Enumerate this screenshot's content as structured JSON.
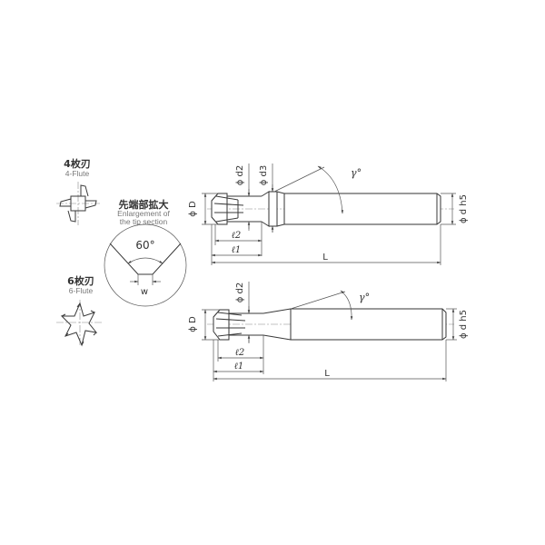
{
  "figure": {
    "type": "technical-drawing",
    "subject": "dovetail / undercut end mill dimension drawing"
  },
  "flute_views": [
    {
      "title_jp": "4枚刃",
      "title_en": "4-Flute"
    },
    {
      "title_jp": "6枚刃",
      "title_en": "6-Flute"
    }
  ],
  "tip_detail": {
    "title_jp": "先端部拡大",
    "title_en_line1": "Enlargement of",
    "title_en_line2": "the tip section",
    "angle_label": "60°",
    "width_label": "w"
  },
  "drawing_top": {
    "labels": {
      "D": "ϕ D",
      "d2": "ϕ d2",
      "d3": "ϕ d3",
      "gamma": "γ°",
      "shank": "ϕ d  h5",
      "l2": "ℓ2",
      "l1": "ℓ1",
      "L": "L"
    }
  },
  "drawing_bottom": {
    "labels": {
      "D": "ϕ D",
      "d2": "ϕ d2",
      "gamma": "γ°",
      "shank": "ϕ d  h5",
      "l2": "ℓ2",
      "l1": "ℓ1",
      "L": "L"
    }
  },
  "colors": {
    "line": "#333333",
    "dimension": "#555555",
    "background": "#ffffff"
  }
}
